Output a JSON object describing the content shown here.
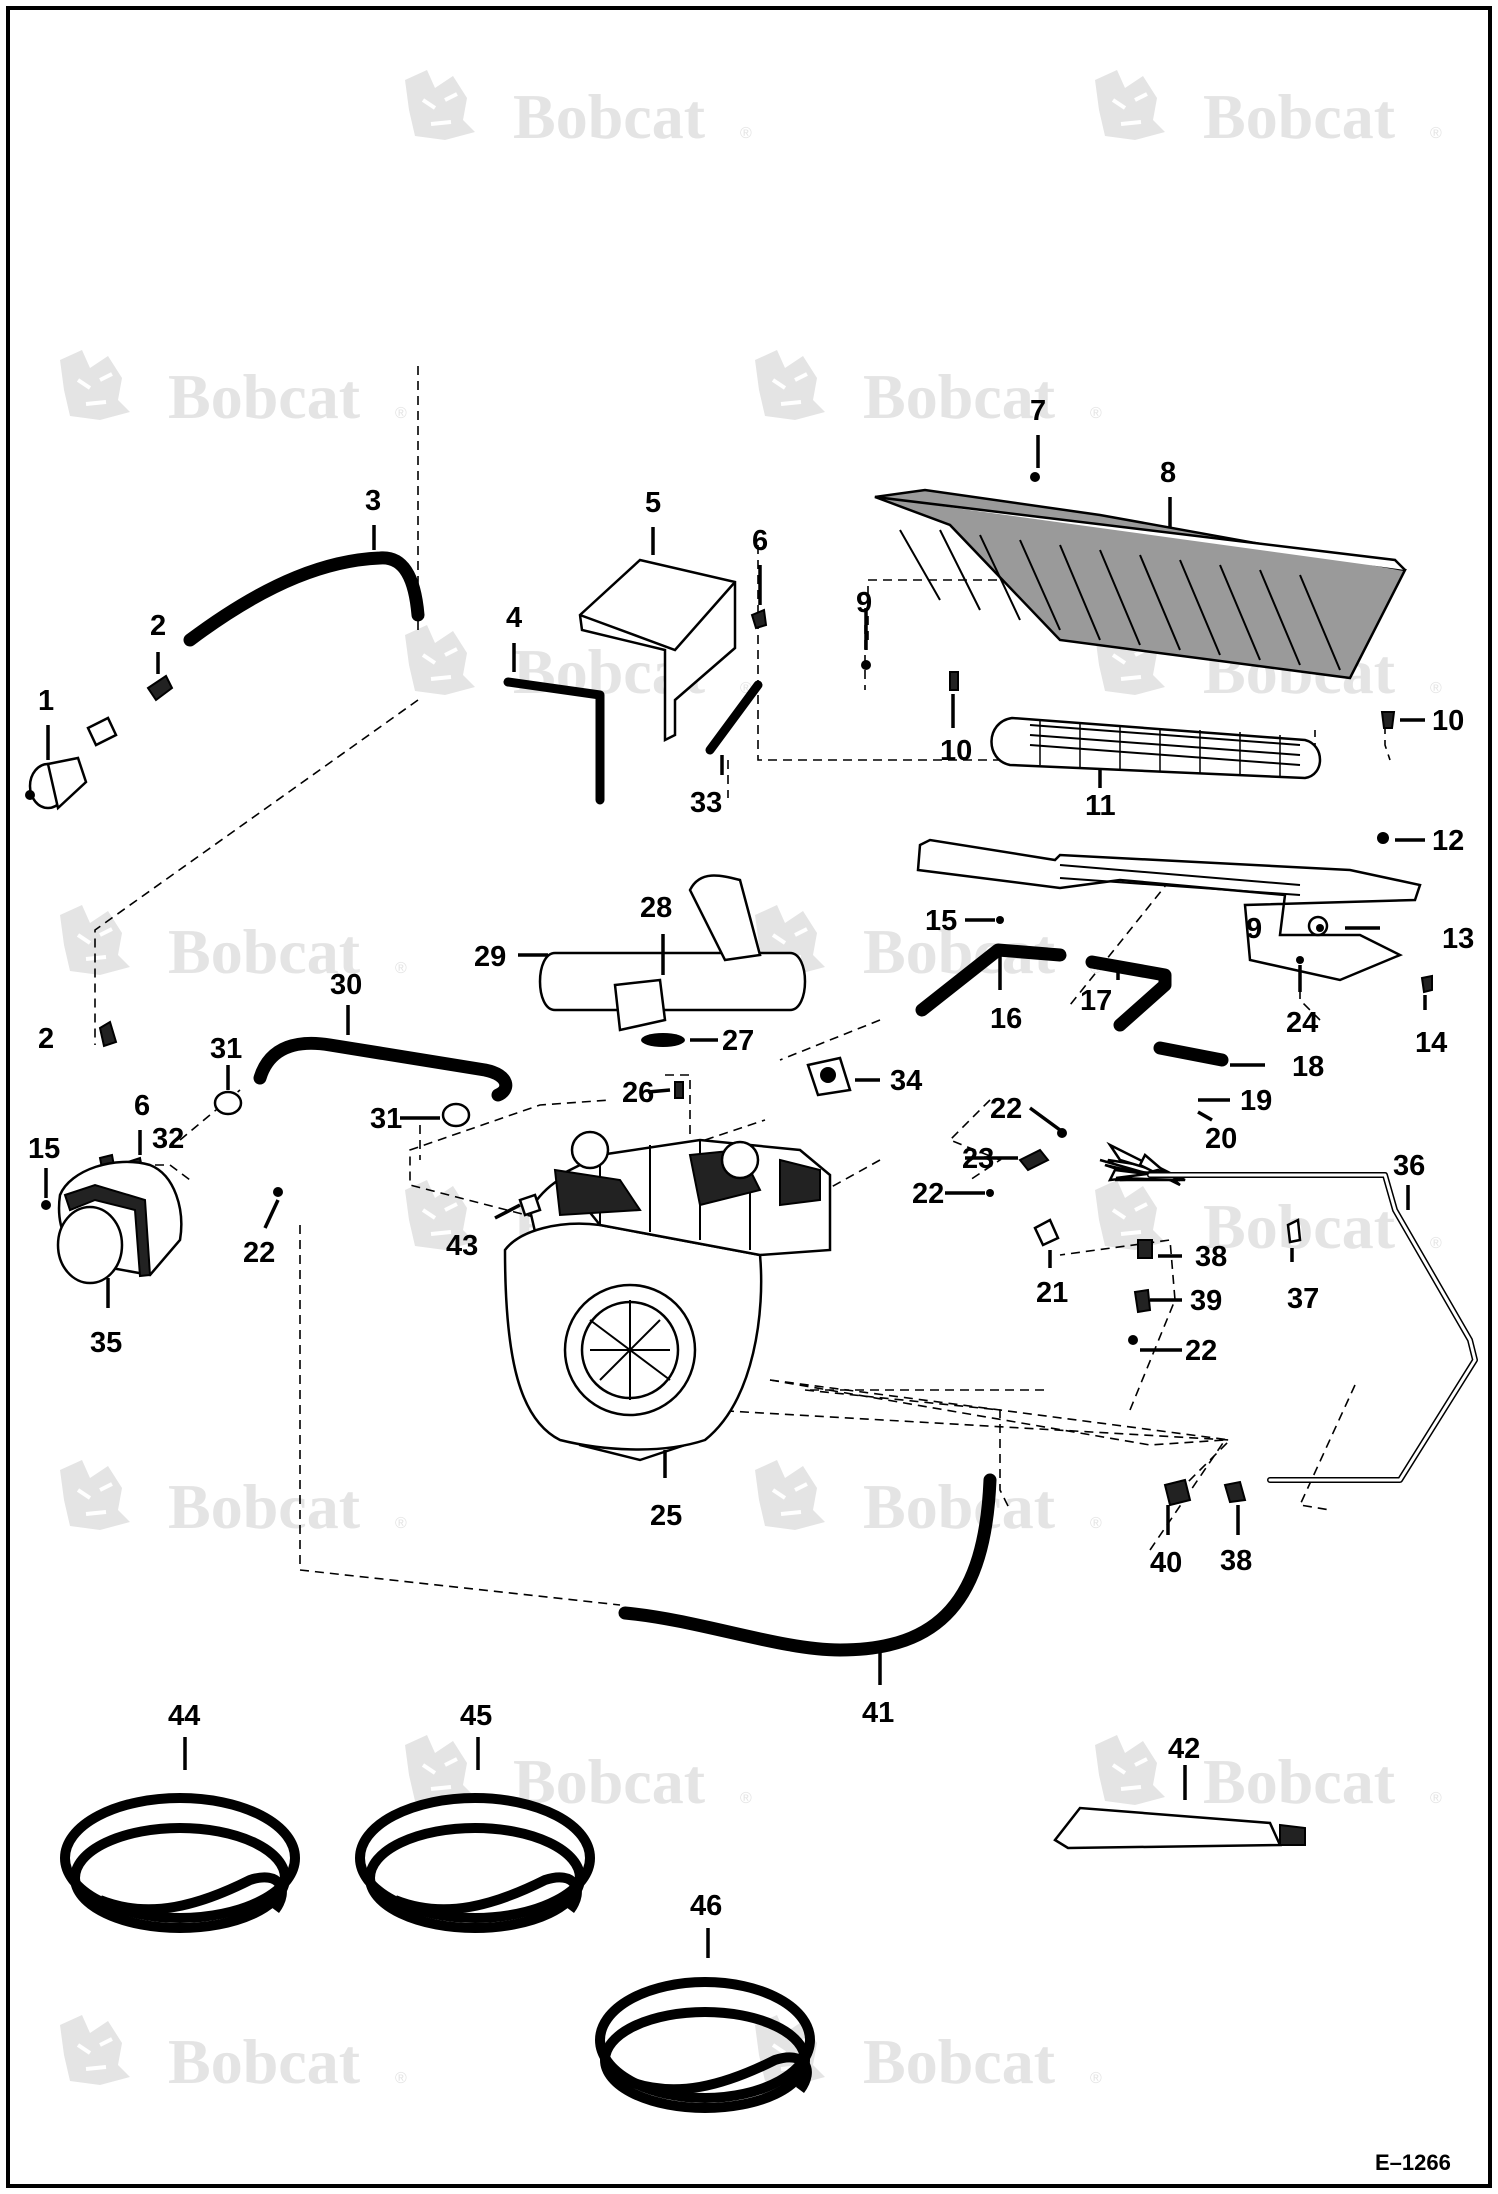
{
  "watermark": {
    "brand": "Bobcat",
    "reg": "®"
  },
  "figure_ref": "E–1266",
  "callouts": [
    "1",
    "2",
    "3",
    "4",
    "5",
    "6",
    "7",
    "8",
    "9",
    "10",
    "11",
    "12",
    "13",
    "14",
    "15",
    "16",
    "17",
    "18",
    "19",
    "20",
    "21",
    "22",
    "23",
    "24",
    "25",
    "26",
    "27",
    "28",
    "29",
    "30",
    "31",
    "32",
    "33",
    "34",
    "35",
    "36",
    "37",
    "38",
    "39",
    "40",
    "41",
    "42",
    "43",
    "44",
    "45",
    "46"
  ],
  "colors": {
    "ink": "#000000",
    "watermark": "#e4e4e4",
    "background": "#ffffff"
  }
}
